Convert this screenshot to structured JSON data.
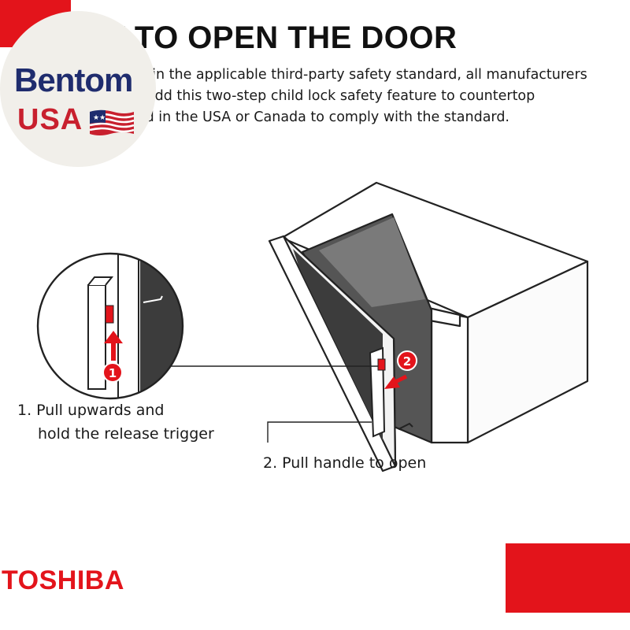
{
  "header": {
    "title": "HOW TO OPEN THE DOOR",
    "intro": "Due to changes in the applicable third-party safety standard, all manufacturers are required to add this two-step child lock safety feature to countertop microwaves sold in the USA or Canada to comply with the standard."
  },
  "badge": {
    "word": "Bentom",
    "country": "USA"
  },
  "steps": {
    "step1_line1": "1. Pull upwards and",
    "step1_line2": "hold the release trigger",
    "step2": "2. Pull handle to open",
    "marker1": "1",
    "marker2": "2"
  },
  "footer": {
    "brand": "TOSHIBA"
  },
  "colors": {
    "accent_red": "#e3141b",
    "logo_blue": "#1f2c6e",
    "logo_red": "#c8202e",
    "outline": "#222222",
    "door_gray": "#5a5a5a"
  }
}
